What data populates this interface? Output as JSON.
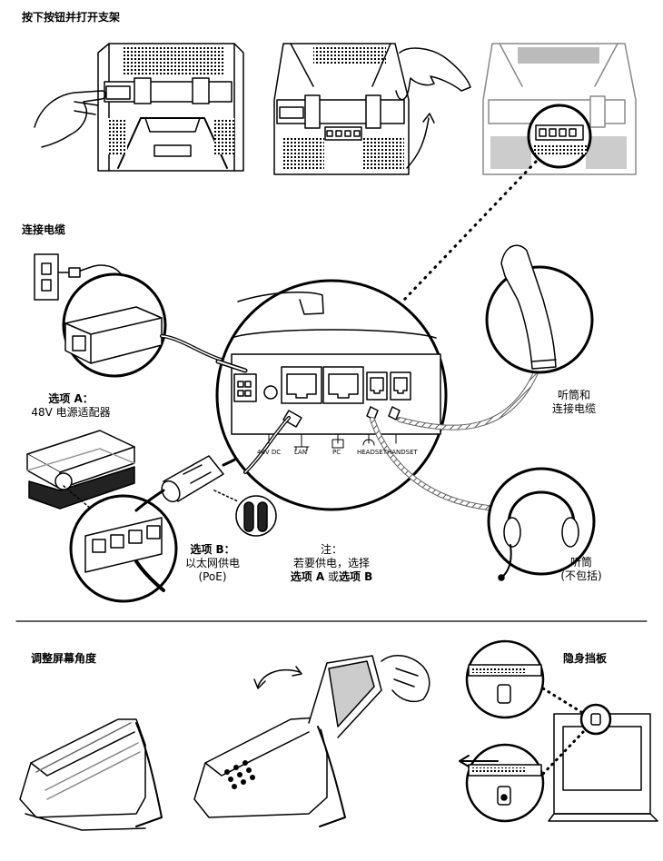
{
  "headings": {
    "open_stand": "按下按钮并打开支架",
    "connect_cables": "连接电缆",
    "adjust_angle": "调整屏幕角度",
    "privacy_shutter": "隐身挡板"
  },
  "option_a": {
    "title": "选项 A：",
    "desc": "48V 电源适配器"
  },
  "option_b": {
    "title": "选项 B：",
    "line1": "以太网供电",
    "line2": "(PoE)"
  },
  "note": {
    "title": "注：",
    "line1": "若要供电，选择",
    "line2_a": "选项 A",
    "line2_or": " 或",
    "line2_b": "选项 B"
  },
  "handset": {
    "line1": "听筒和",
    "line2": "连接电缆"
  },
  "headset": {
    "line1": "听筒",
    "line2": "(不包括)"
  },
  "ports": {
    "dc": "48V DC",
    "lan": "LAN",
    "pc": "PC",
    "headset": "HEADSET",
    "handset": "HANDSET"
  }
}
